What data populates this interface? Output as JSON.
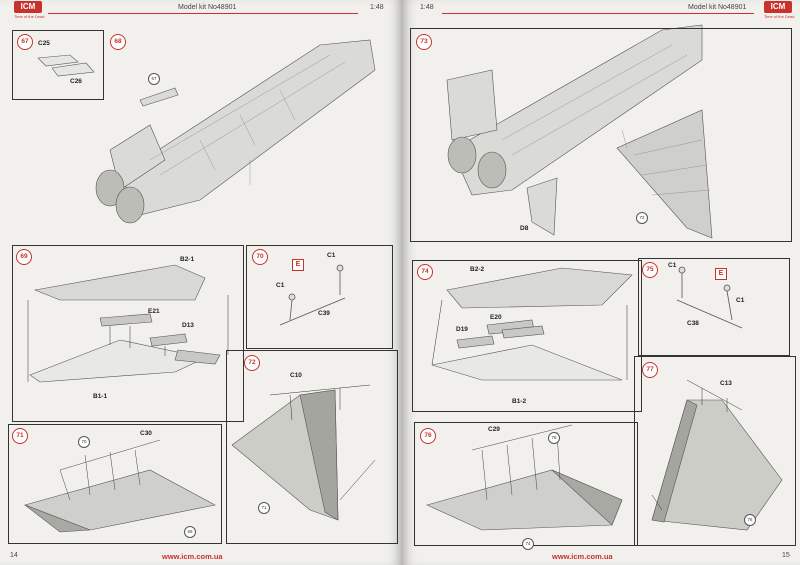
{
  "left_page": {
    "scale": "1:48",
    "model_kit": "Model kit No48901",
    "logo": "ICM",
    "logo_tagline": "Time of the Dead",
    "page_number": "14",
    "website": "www.icm.com.ua",
    "steps": [
      {
        "number": "67",
        "labels": [
          "C25",
          "C26"
        ]
      },
      {
        "number": "68",
        "labels": [
          "67"
        ]
      },
      {
        "number": "69",
        "labels": [
          "B2-1",
          "E21",
          "D13",
          "B1-1"
        ]
      },
      {
        "number": "70",
        "labels": [
          "E",
          "C1",
          "C1",
          "C39"
        ]
      },
      {
        "number": "71",
        "labels": [
          "C30",
          "70",
          "69"
        ]
      },
      {
        "number": "72",
        "labels": [
          "C10",
          "71"
        ]
      }
    ]
  },
  "right_page": {
    "scale": "1:48",
    "model_kit": "Model kit No48901",
    "logo": "ICM",
    "logo_tagline": "Time of the Dead",
    "page_number": "15",
    "website": "www.icm.com.ua",
    "steps": [
      {
        "number": "73",
        "labels": [
          "D8",
          "72"
        ]
      },
      {
        "number": "74",
        "labels": [
          "B2-2",
          "E20",
          "D19",
          "B1-2"
        ]
      },
      {
        "number": "75",
        "labels": [
          "C1",
          "E",
          "C1",
          "C38"
        ]
      },
      {
        "number": "76",
        "labels": [
          "C29",
          "75",
          "74"
        ]
      },
      {
        "number": "77",
        "labels": [
          "C13",
          "76"
        ]
      }
    ]
  }
}
